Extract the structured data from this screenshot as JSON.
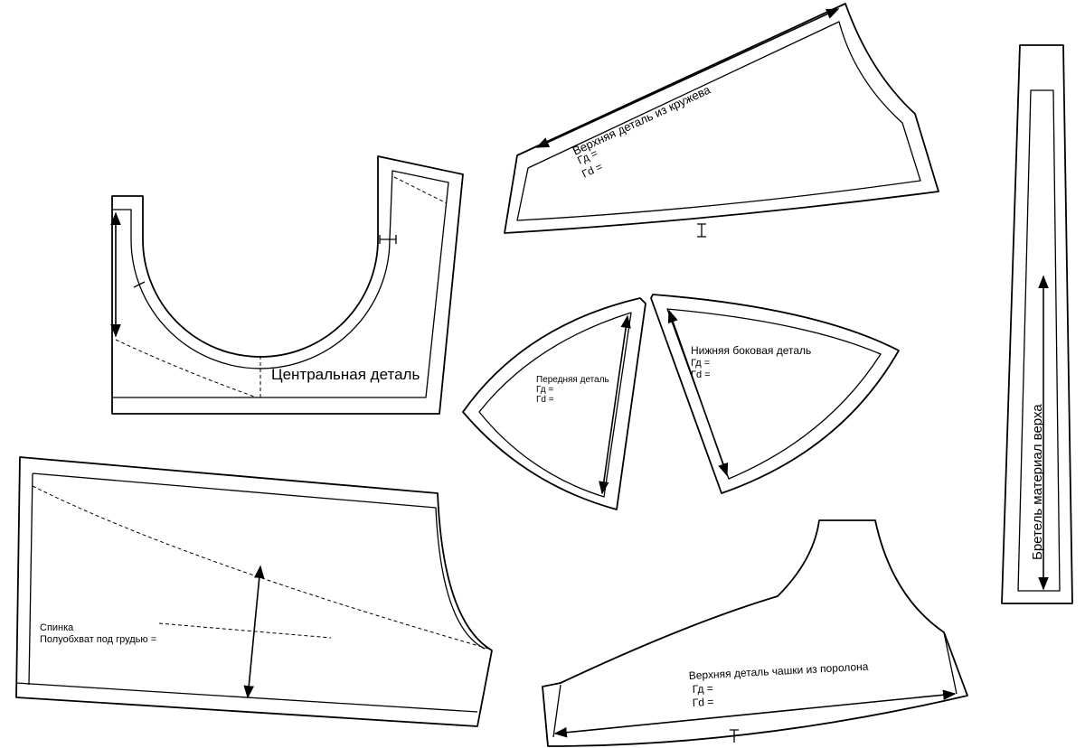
{
  "pieces": {
    "central": {
      "title": "Центральная деталь"
    },
    "upper_lace": {
      "title": "Верхняя деталь из кружева",
      "line1": "Гд =",
      "line2": "Гd ="
    },
    "strap": {
      "title": "Бретель материал верха"
    },
    "front": {
      "title": "Передняя деталь",
      "line1": "Гд =",
      "line2": "Гd ="
    },
    "lower_side": {
      "title": "Нижняя боковая деталь",
      "line1": "Гд =",
      "line2": "Гd ="
    },
    "back": {
      "title": "Спинка",
      "line1": "Полуобхват под грудью ="
    },
    "foam_upper": {
      "title": "Верхняя деталь чашки из поролона",
      "line1": "Гд =",
      "line2": "Гd ="
    }
  }
}
